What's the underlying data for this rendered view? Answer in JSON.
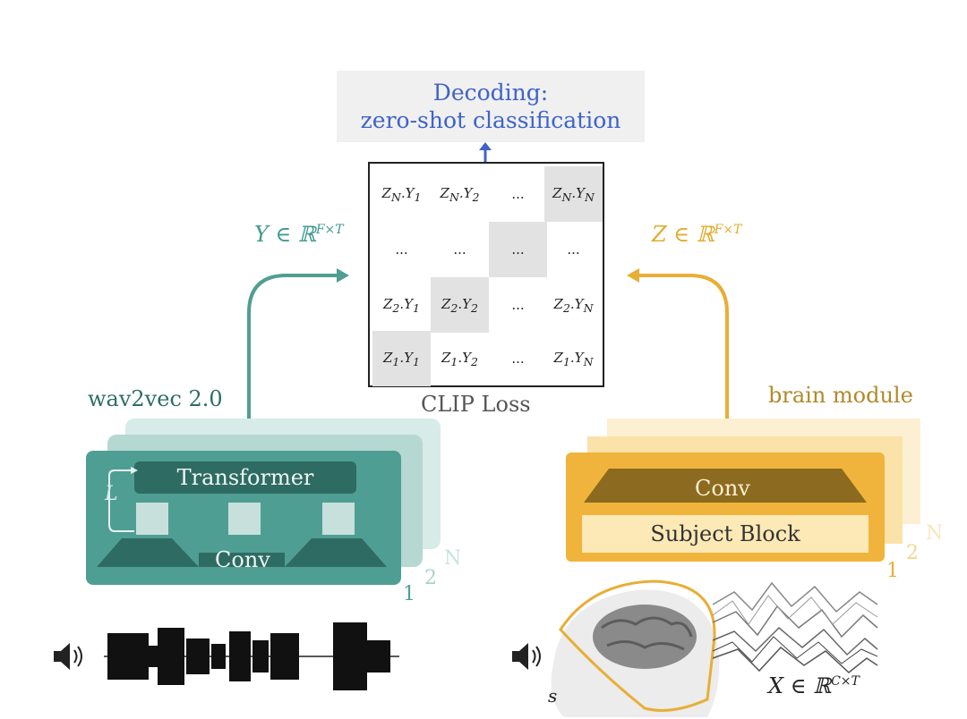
{
  "decoding": {
    "line1": "Decoding:",
    "line2": "zero-shot classification"
  },
  "matrix": {
    "rows": [
      [
        "ZN.Y1",
        "ZN.Y2",
        "...",
        "ZN.YN"
      ],
      [
        "...",
        "...",
        "...",
        "..."
      ],
      [
        "Z2.Y1",
        "Z2.Y2",
        "...",
        "Z2.YN"
      ],
      [
        "Z1.Y1",
        "Z1.Y2",
        "...",
        "Z1.YN"
      ]
    ],
    "caption": "CLIP Loss"
  },
  "y_math": "Y ∈ ℝF×T",
  "z_math": "Z ∈ ℝF×T",
  "x_math": "X ∈ ℝC×T",
  "wav2vec": {
    "label": "wav2vec 2.0",
    "transformer_label": "Transformer",
    "conv_label": "Conv",
    "loop_label": "L",
    "stack_indices": [
      "1",
      "2",
      "N"
    ]
  },
  "brain": {
    "label": "brain module",
    "conv_label": "Conv",
    "subject_label": "Subject Block",
    "stack_indices": [
      "1",
      "2",
      "N"
    ],
    "subject_var": "s"
  },
  "colors": {
    "teal": "#4f9e93",
    "teal_dark": "#2e6b63",
    "gold": "#f0b43c",
    "gold_dark": "#8c6a1f",
    "blue_text": "#3f63c9"
  }
}
